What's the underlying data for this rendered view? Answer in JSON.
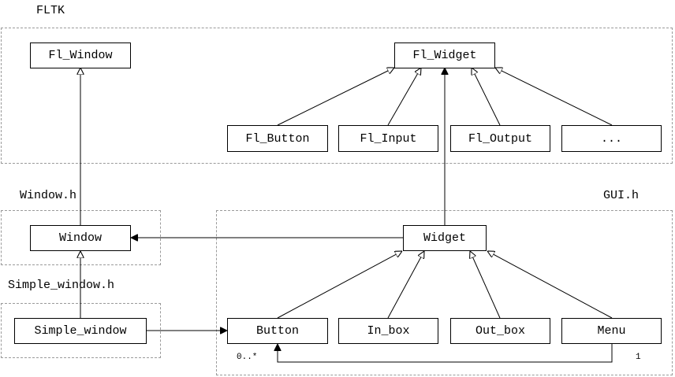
{
  "packages": {
    "fltk": "FLTK",
    "window_h": "Window.h",
    "simple_window_h": "Simple_window.h",
    "gui_h": "GUI.h"
  },
  "classes": {
    "fl_window": "Fl_Window",
    "fl_widget": "Fl_Widget",
    "fl_button": "Fl_Button",
    "fl_input": "Fl_Input",
    "fl_output": "Fl_Output",
    "fl_more": "...",
    "window": "Window",
    "widget": "Widget",
    "simple_window": "Simple_window",
    "button": "Button",
    "in_box": "In_box",
    "out_box": "Out_box",
    "menu": "Menu"
  },
  "multiplicities": {
    "button_end": "0..*",
    "menu_end": "1"
  },
  "colors": {
    "line": "#000000",
    "package_border": "#9a9a9a"
  }
}
